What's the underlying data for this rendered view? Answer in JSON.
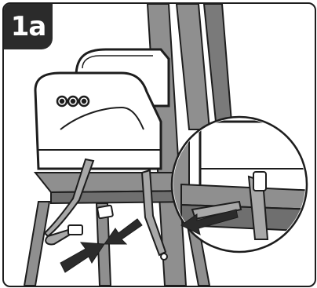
{
  "step": {
    "label": "1a"
  },
  "colors": {
    "outline": "#1d1d1d",
    "chair_wood": "#8f8f8f",
    "chair_dark": "#6f6f6f",
    "seat_body": "#ffffff",
    "strap": "#a8a8a8",
    "arrow": "#2b2b2b",
    "badge": "#2b2b2b"
  },
  "icons": {
    "step_badge": "step-number-badge",
    "direction_arrows": "push-arrow-icon",
    "pull_arrow": "pull-arrow-icon",
    "buckle": "buckle-icon",
    "detail_magnifier": "detail-circle-callout"
  }
}
